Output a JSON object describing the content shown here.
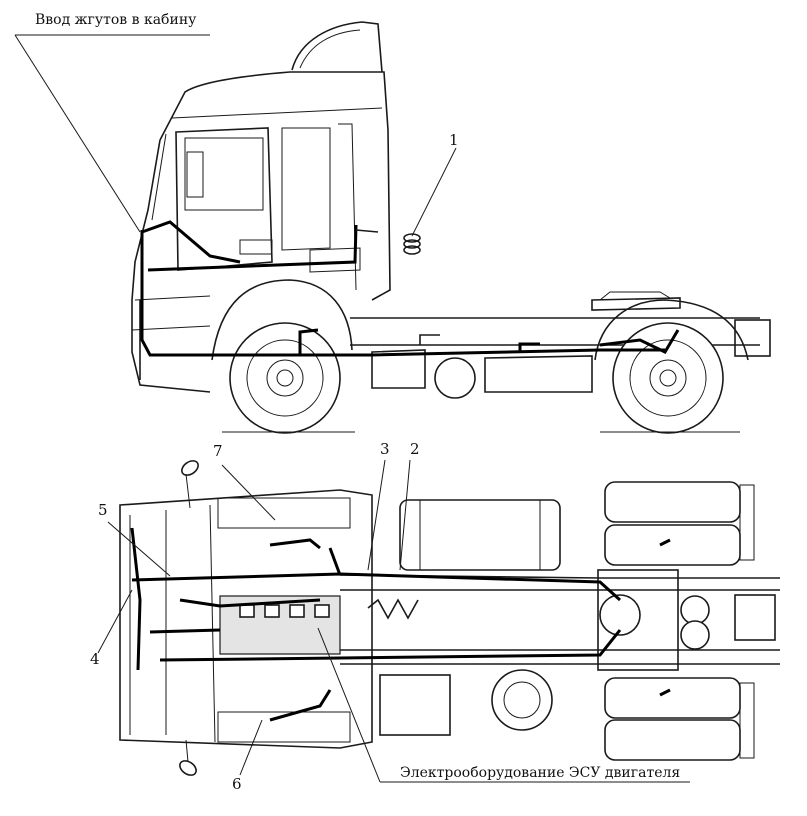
{
  "labels": {
    "cab_harness_entry": "Ввод жгутов в кабину",
    "ecu_engine_equipment": "Электрооборудование ЭСУ двигателя",
    "n1": "1",
    "n2": "2",
    "n3": "3",
    "n4": "4",
    "n5": "5",
    "n6": "6",
    "n7": "7"
  }
}
